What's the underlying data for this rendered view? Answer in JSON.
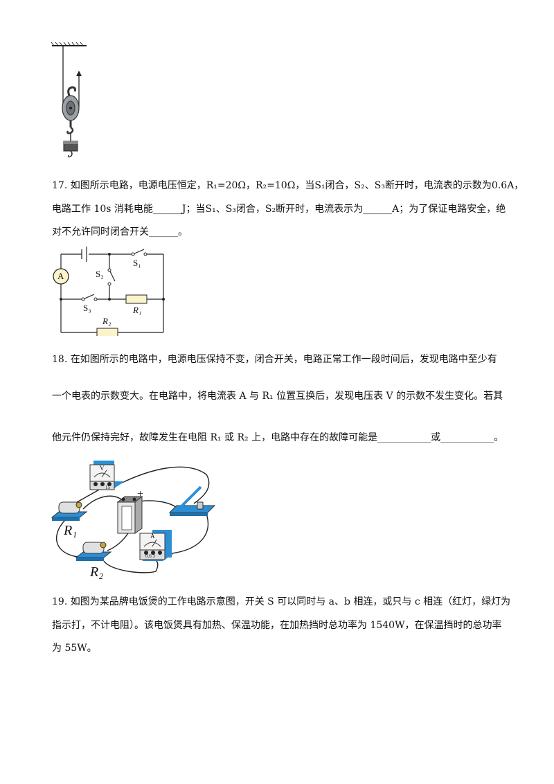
{
  "q17": {
    "lines": [
      "17. 如图所示电路，电源电压恒定，R₁=20Ω，R₂=10Ω，当S₁闭合，S₂、S₃断开时，电流表的示数为0.6A，",
      "电路工作 10s 消耗电能______J；当S₁、S₃闭合，S₂断开时，电流表示为______A；为了保证电路安全，绝",
      "对不允许同时闭合开关______。"
    ],
    "circuit_labels": {
      "ammeter": "A",
      "s1": "S₁",
      "s2": "S₂",
      "s3": "S₃",
      "r1": "R₁",
      "r2": "R₂"
    }
  },
  "q18": {
    "lines": [
      "18. 在如图所示的电路中，电源电压保持不变，闭合开关，电路正常工作一段时间后，发现电路中至少有",
      "一个电表的示数变大。在电路中，将电流表 A 与 R₁ 位置互换后，发现电压表 V 的示数不发生变化。若其",
      "他元件仍保持完好，故障发生在电阻 R₁ 或 R₂ 上，电路中存在的故障可能是___________或___________。"
    ],
    "figure_labels": {
      "voltmeter": "V",
      "ammeter": "A",
      "plus": "+",
      "r1": "R₁",
      "r2": "R₂",
      "v_terminals": "15",
      "a_terminals": "0.6  3"
    }
  },
  "q19": {
    "lines": [
      "19. 如图为某品牌电饭煲的工作电路示意图，开关 S 可以同时与 a、b 相连，或只与 c 相连（红灯，绿灯为",
      "指示打，不计电阻）。该电饭煲具有加热、保温功能，在加热挡时总功率为 1540W，在保温挡时的总功率",
      "为 55W。"
    ]
  }
}
